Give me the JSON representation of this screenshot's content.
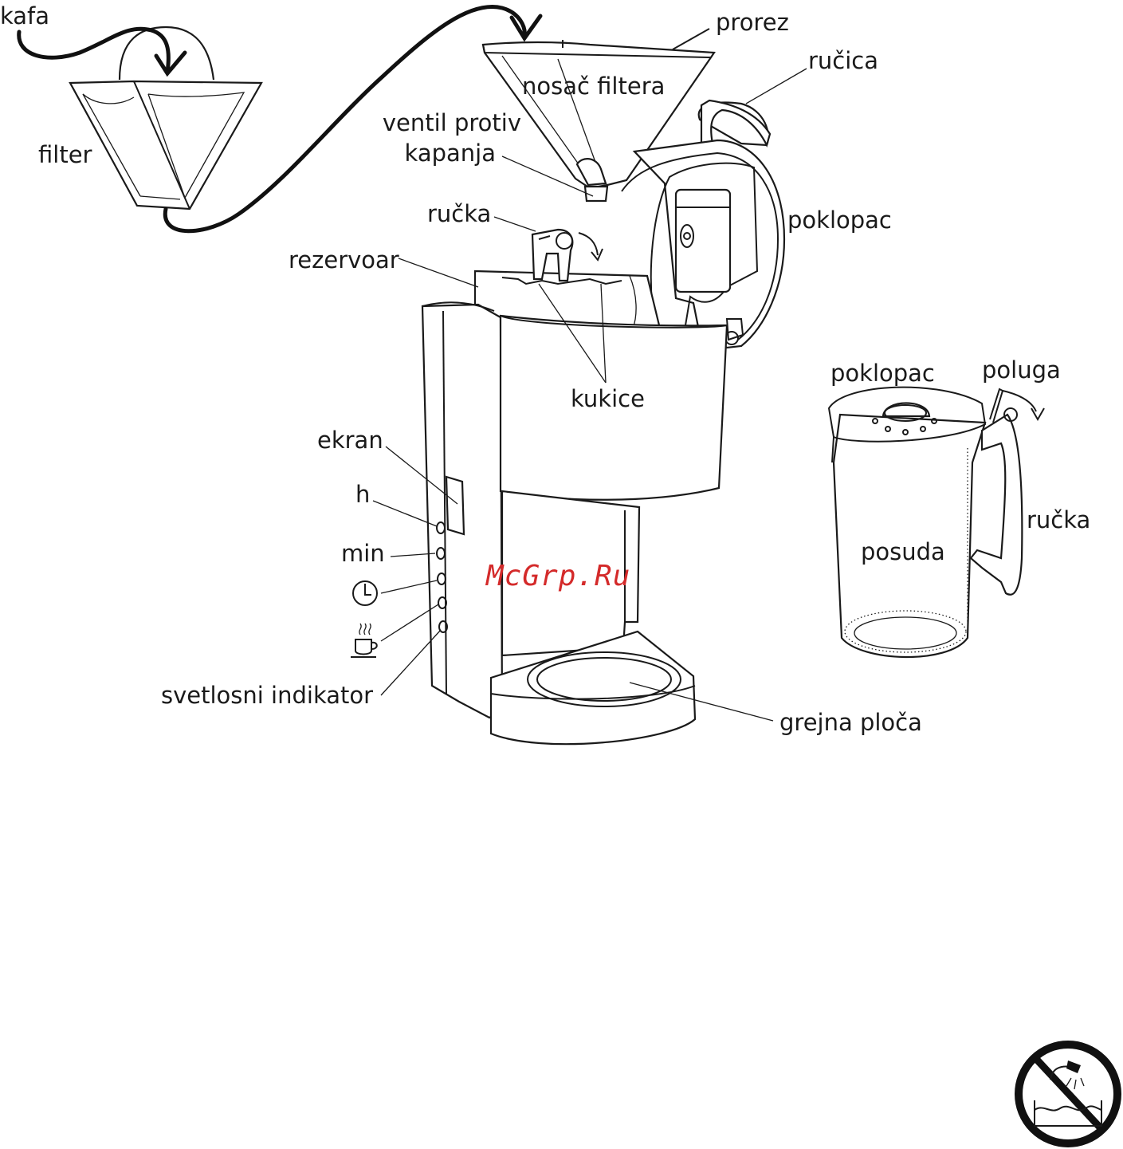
{
  "labels": {
    "kafa": "kafa",
    "filter": "filter",
    "prorez": "prorez",
    "nosac_filtera": "nosač filtera",
    "rucica": "ručica",
    "ventil_line1": "ventil protiv",
    "ventil_line2": "kapanja",
    "poklopac_top": "poklopac",
    "rucka_top": "ručka",
    "rezervoar": "rezervoar",
    "kukice": "kukice",
    "poklopac_jug": "poklopac",
    "poluga": "poluga",
    "ekran": "ekran",
    "h": "h",
    "min": "min",
    "rucka_jug": "ručka",
    "posuda": "posuda",
    "svetlosni_indikator": "svetlosni indikator",
    "grejna_ploca": "grejna ploča"
  },
  "watermark": {
    "text": "McGrp.Ru",
    "color": "#d42a2a"
  },
  "icons": [
    "clock-icon",
    "cup-icon",
    "no-immersion-icon"
  ],
  "colors": {
    "line": "#1a1a1a",
    "background": "#ffffff"
  }
}
